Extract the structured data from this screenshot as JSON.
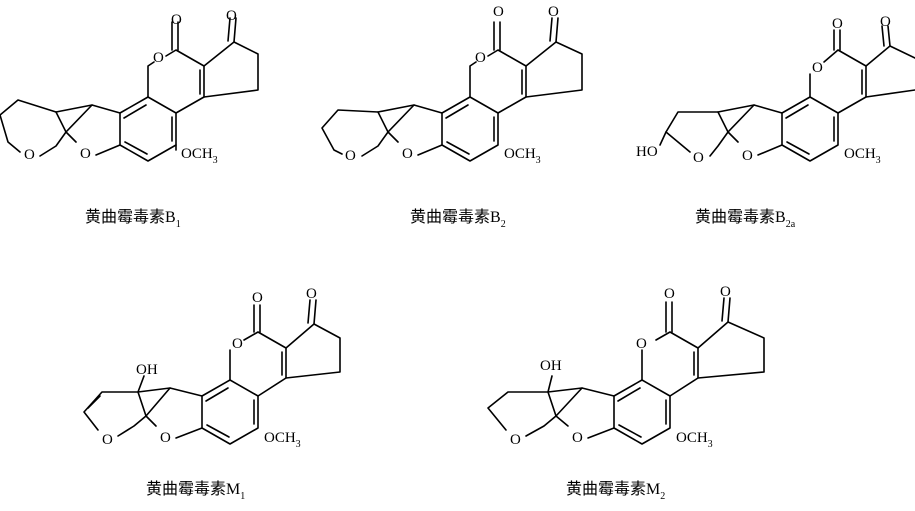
{
  "figure": {
    "structures": [
      {
        "id": "B1",
        "caption_name": "黄曲霉毒素B",
        "caption_sub": "1",
        "labels": {
          "carbonyl_lactone": "O",
          "carbonyl_ketone": "O",
          "ring_o_lactone": "O",
          "ring_o_furan1": "O",
          "ring_o_furan2": "O",
          "methoxy": "OCH",
          "methoxy_sub": "3"
        }
      },
      {
        "id": "B2",
        "caption_name": "黄曲霉毒素B",
        "caption_sub": "2",
        "labels": {
          "carbonyl_lactone": "O",
          "carbonyl_ketone": "O",
          "ring_o_lactone": "O",
          "ring_o_furan1": "O",
          "ring_o_furan2": "O",
          "methoxy": "OCH",
          "methoxy_sub": "3"
        }
      },
      {
        "id": "B2a",
        "caption_name": "黄曲霉毒素B",
        "caption_sub": "2a",
        "labels": {
          "carbonyl_lactone": "O",
          "carbonyl_ketone": "O",
          "ring_o_lactone": "O",
          "ring_o_furan1": "O",
          "ring_o_furan2": "O",
          "hydroxy": "HO",
          "methoxy": "OCH",
          "methoxy_sub": "3"
        }
      },
      {
        "id": "M1",
        "caption_name": "黄曲霉毒素M",
        "caption_sub": "1",
        "labels": {
          "carbonyl_lactone": "O",
          "carbonyl_ketone": "O",
          "ring_o_lactone": "O",
          "ring_o_furan1": "O",
          "ring_o_furan2": "O",
          "hydroxy": "OH",
          "methoxy": "OCH",
          "methoxy_sub": "3"
        }
      },
      {
        "id": "M2",
        "caption_name": "黄曲霉毒素M",
        "caption_sub": "2",
        "labels": {
          "carbonyl_lactone": "O",
          "carbonyl_ketone": "O",
          "ring_o_lactone": "O",
          "ring_o_furan1": "O",
          "ring_o_furan2": "O",
          "hydroxy": "OH",
          "methoxy": "OCH",
          "methoxy_sub": "3"
        }
      }
    ]
  }
}
